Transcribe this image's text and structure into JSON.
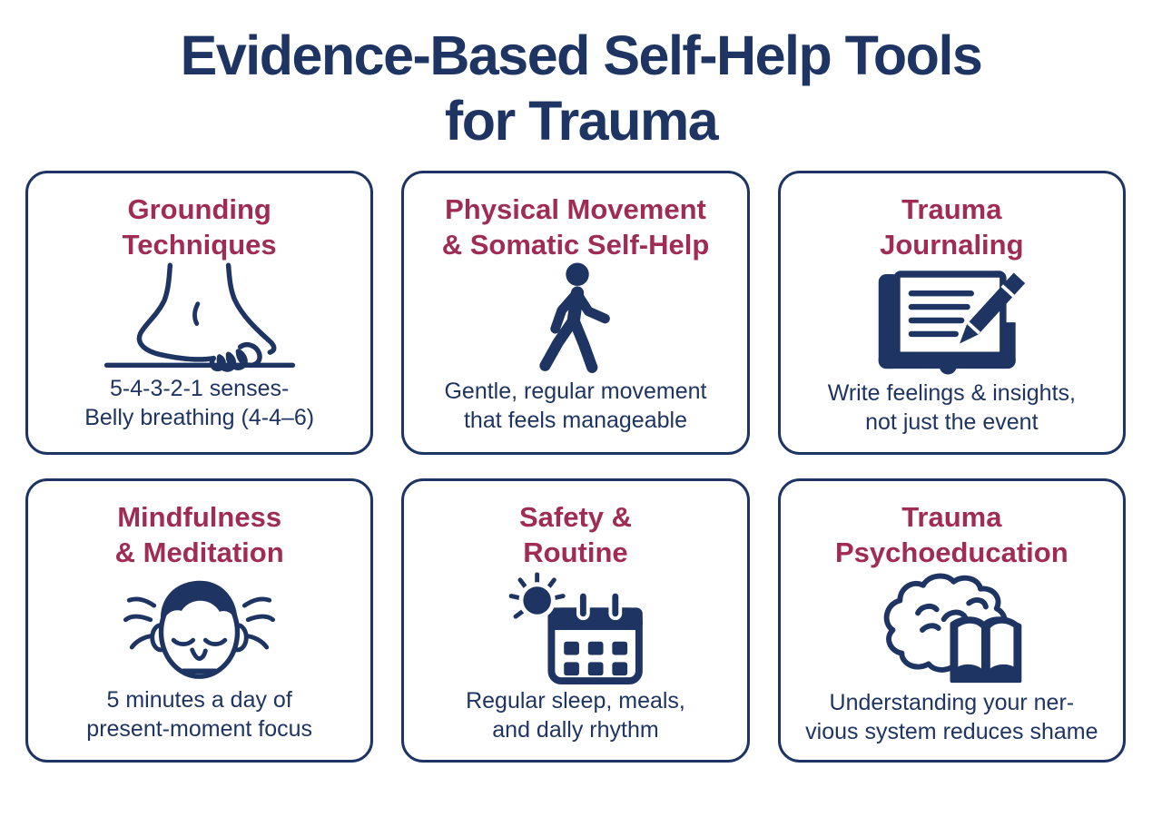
{
  "page": {
    "title": "Evidence-Based Self-Help Tools\nfor Trauma"
  },
  "colors": {
    "navy": "#1e3462",
    "maroon": "#a02c56",
    "background": "#ffffff"
  },
  "cards": [
    {
      "heading": "Grounding\nTechniques",
      "icon": "foot-icon",
      "description": "5-4-3-2-1 senses-\nBelly breathing (4-4–6)"
    },
    {
      "heading": "Physical Movement\n& Somatic Self-Help",
      "icon": "walking-person-icon",
      "description": "Gentle, regular movement\nthat feels manageable"
    },
    {
      "heading": "Trauma\nJournaling",
      "icon": "journal-pen-icon",
      "description": "Write feelings & insights,\nnot just the event"
    },
    {
      "heading": "Mindfulness\n& Meditation",
      "icon": "meditation-face-icon",
      "description": "5 minutes a day of\npresent-moment focus"
    },
    {
      "heading": "Safety &\nRoutine",
      "icon": "calendar-sun-icon",
      "description": "Regular sleep, meals,\nand dally rhythm"
    },
    {
      "heading": "Trauma\nPsychoeducation",
      "icon": "brain-book-icon",
      "description": "Understanding your ner-\nvious system reduces shame"
    }
  ]
}
